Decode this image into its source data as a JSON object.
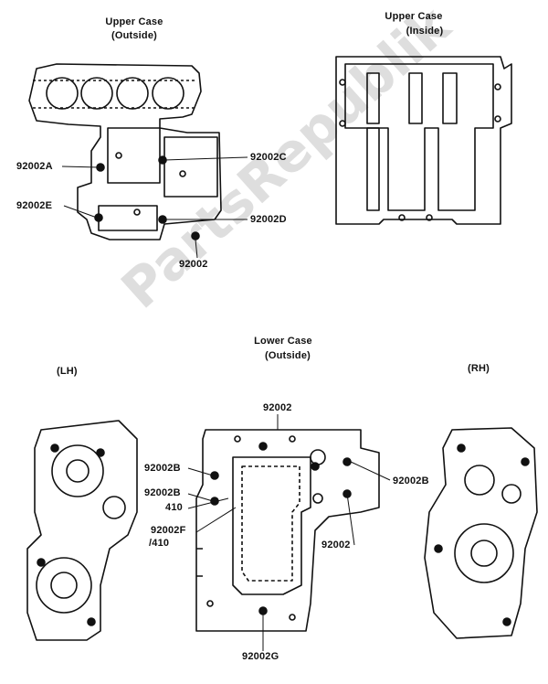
{
  "watermark": "PartsRepublik",
  "sections": {
    "upper_outside": {
      "title": "Upper Case",
      "subtitle": "(Outside)"
    },
    "upper_inside": {
      "title": "Upper Case",
      "subtitle": "(Inside)"
    },
    "lower_outside": {
      "title": "Lower Case",
      "subtitle": "(Outside)"
    },
    "lh": "(LH)",
    "rh": "(RH)"
  },
  "callouts": {
    "upper": {
      "a": "92002A",
      "e": "92002E",
      "c": "92002C",
      "d": "92002D",
      "plain": "92002"
    },
    "lower": {
      "top": "92002",
      "b1": "92002B",
      "b2": "92002B",
      "n410": "410",
      "f": "92002F",
      "f410": "/410",
      "mid": "92002",
      "g": "92002G"
    },
    "rh": {
      "b": "92002B"
    }
  },
  "colors": {
    "ink": "#111111",
    "watermark": "#d9d9d9"
  }
}
